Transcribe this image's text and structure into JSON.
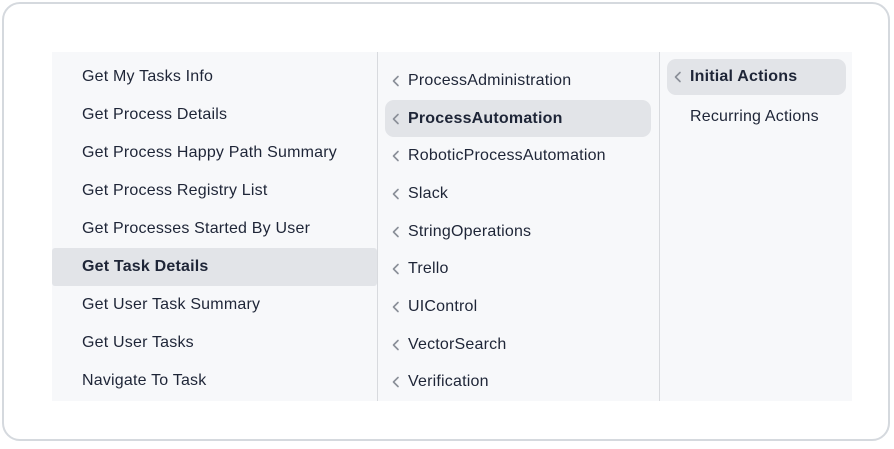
{
  "colors": {
    "text": "#1e2537",
    "panel_background": "#f7f8fa",
    "highlight_background": "#e2e4e8",
    "divider": "#d8dade",
    "chevron": "#8a8f98",
    "card_border": "#d5d9de",
    "card_background": "#ffffff"
  },
  "columns": [
    {
      "name": "tasks",
      "items": [
        {
          "label": "Get My Tasks Info",
          "chevron": false,
          "selected": false
        },
        {
          "label": "Get Process Details",
          "chevron": false,
          "selected": false
        },
        {
          "label": "Get Process Happy Path Summary",
          "chevron": false,
          "selected": false
        },
        {
          "label": "Get Process Registry List",
          "chevron": false,
          "selected": false
        },
        {
          "label": "Get Processes Started By User",
          "chevron": false,
          "selected": false
        },
        {
          "label": "Get Task Details",
          "chevron": false,
          "selected": true
        },
        {
          "label": "Get User Task Summary",
          "chevron": false,
          "selected": false
        },
        {
          "label": "Get User Tasks",
          "chevron": false,
          "selected": false
        },
        {
          "label": "Navigate To Task",
          "chevron": false,
          "selected": false
        }
      ]
    },
    {
      "name": "modules",
      "items": [
        {
          "label": "ProcessAdministration",
          "chevron": true,
          "selected": false
        },
        {
          "label": "ProcessAutomation",
          "chevron": true,
          "selected": true
        },
        {
          "label": "RoboticProcessAutomation",
          "chevron": true,
          "selected": false
        },
        {
          "label": "Slack",
          "chevron": true,
          "selected": false
        },
        {
          "label": "StringOperations",
          "chevron": true,
          "selected": false
        },
        {
          "label": "Trello",
          "chevron": true,
          "selected": false
        },
        {
          "label": "UIControl",
          "chevron": true,
          "selected": false
        },
        {
          "label": "VectorSearch",
          "chevron": true,
          "selected": false
        },
        {
          "label": "Verification",
          "chevron": true,
          "selected": false
        }
      ]
    },
    {
      "name": "action-groups",
      "items": [
        {
          "label": "Initial Actions",
          "chevron": true,
          "selected": true
        },
        {
          "label": "Recurring Actions",
          "chevron": false,
          "selected": false
        }
      ]
    }
  ]
}
